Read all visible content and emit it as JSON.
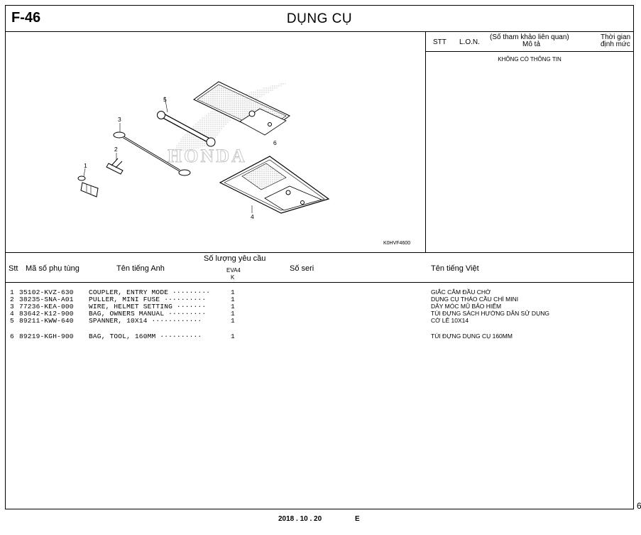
{
  "header": {
    "code": "F-46",
    "title": "DỤNG CỤ"
  },
  "illustration": {
    "figure_id": "K0HVF4600",
    "callouts": [
      "1",
      "2",
      "3",
      "4",
      "5",
      "6"
    ],
    "watermark": "HONDA"
  },
  "labor": {
    "headers": {
      "stt": "STT",
      "lon": "L.O.N.",
      "desc_line1": "(Số tham khảo liên quan)",
      "desc_line2": "Mô tả",
      "time_line1": "Thời gian",
      "time_line2": "định mức"
    },
    "no_info": "KHÔNG CÓ THÔNG TIN"
  },
  "parts_header": {
    "stt": "Stt",
    "part_no": "Mã số phụ tùng",
    "english": "Tên tiếng Anh",
    "qty_required": "Số lượng yêu cầu",
    "model": "EVA4",
    "type": "K",
    "serial": "Số seri",
    "vietnamese": "Tên tiếng Việt"
  },
  "parts": [
    {
      "stt": "1",
      "part_no": "35102-KVZ-630",
      "english": "COUPLER, ENTRY MODE ·········",
      "qty": "1",
      "vietnamese": "GIẮC CẮM ĐẦU CHỜ"
    },
    {
      "stt": "2",
      "part_no": "38235-SNA-A01",
      "english": "PULLER, MINI FUSE ··········",
      "qty": "1",
      "vietnamese": "DỤNG CỤ THÁO CẦU CHÌ MINI"
    },
    {
      "stt": "3",
      "part_no": "77236-KEA-000",
      "english": "WIRE, HELMET SETTING ·······",
      "qty": "1",
      "vietnamese": "DÂY MÓC MŨ BẢO HIỂM"
    },
    {
      "stt": "4",
      "part_no": "83642-K12-900",
      "english": "BAG, OWNERS MANUAL ·········",
      "qty": "1",
      "vietnamese": "TÚI ĐỰNG SÁCH HƯỚNG DẪN SỬ DỤNG"
    },
    {
      "stt": "5",
      "part_no": "89211-KWW-640",
      "english": "SPANNER, 10X14 ············",
      "qty": "1",
      "vietnamese": "CỜ LÊ 10X14"
    },
    {
      "stt": "6",
      "part_no": "89219-KGH-900",
      "english": "BAG, TOOL, 160MM ··········",
      "qty": "1",
      "vietnamese": "TÚI ĐỰNG DỤNG CỤ 160MM"
    }
  ],
  "page_number": "6",
  "footer": {
    "date": "2018 . 10 . 20",
    "edition": "E"
  }
}
